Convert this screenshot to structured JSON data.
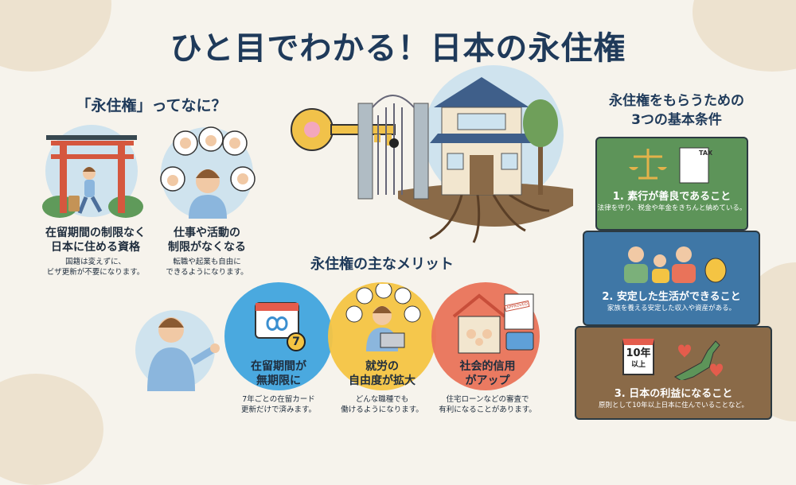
{
  "title": "ひと目でわかる！日本の永住権",
  "what": {
    "heading": "「永住権」ってなに？",
    "items": [
      {
        "title1": "在留期間の制限なく",
        "title2": "日本に住める資格",
        "desc1": "国籍は変えずに、",
        "desc2": "ビザ更新が不要になります。"
      },
      {
        "title1": "仕事や活動の",
        "title2": "制限がなくなる",
        "desc1": "転職や起業も自由に",
        "desc2": "できるようになります。"
      }
    ]
  },
  "merits": {
    "heading": "永住権の主なメリット",
    "items": [
      {
        "title1": "在留期間が",
        "title2": "無期限に",
        "desc1": "7年ごとの在留カード",
        "desc2": "更新だけで済みます。",
        "badge": "7",
        "color": "#4aa9df"
      },
      {
        "title1": "就労の",
        "title2": "自由度が拡大",
        "desc1": "どんな職種でも",
        "desc2": "働けるようになります。",
        "color": "#f4c443"
      },
      {
        "title1": "社会的信用",
        "title2": "がアップ",
        "desc1": "住宅ローンなどの審査で",
        "desc2": "有利になることがあります。",
        "stamp": "APPROVED",
        "color": "#e9735a"
      }
    ]
  },
  "conditions": {
    "heading1": "永住権をもらうための",
    "heading2": "3つの基本条件",
    "items": [
      {
        "title": "1. 素行が善良であること",
        "desc": "法律を守り、税金や年金をきちんと納めている。",
        "icon_label": "TAX",
        "color": "#5d9459"
      },
      {
        "title": "2. 安定した生活ができること",
        "desc": "家族を養える安定した収入や資産がある。",
        "color": "#3f77a6"
      },
      {
        "title": "3. 日本の利益になること",
        "desc": "原則として10年以上日本に住んでいることなど。",
        "cal1": "10年",
        "cal2": "以上",
        "color": "#8a6a48"
      }
    ]
  }
}
